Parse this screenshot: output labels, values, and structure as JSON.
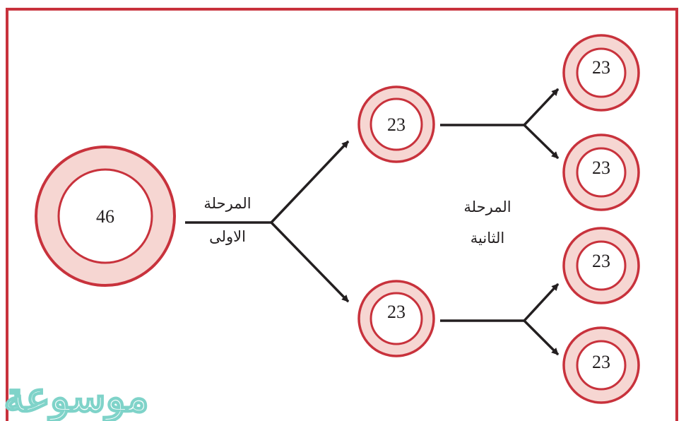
{
  "colors": {
    "frame": "#c8323c",
    "ring_fill": "#f6d6d2",
    "ring_stroke": "#c8323c",
    "line": "#231f20",
    "watermark": "#7fd3c9"
  },
  "parent_cell": {
    "value": "46"
  },
  "first_division": {
    "label_line1": "المرحلة",
    "label_line2": "الاولى",
    "cells": [
      {
        "value": "23"
      },
      {
        "value": "23"
      }
    ]
  },
  "second_division": {
    "label_line1": "المرحلة",
    "label_line2": "الثانية",
    "cells": [
      {
        "value": "23"
      },
      {
        "value": "23"
      },
      {
        "value": "23"
      },
      {
        "value": "23"
      }
    ]
  },
  "watermark": {
    "text": "موسوعة"
  }
}
